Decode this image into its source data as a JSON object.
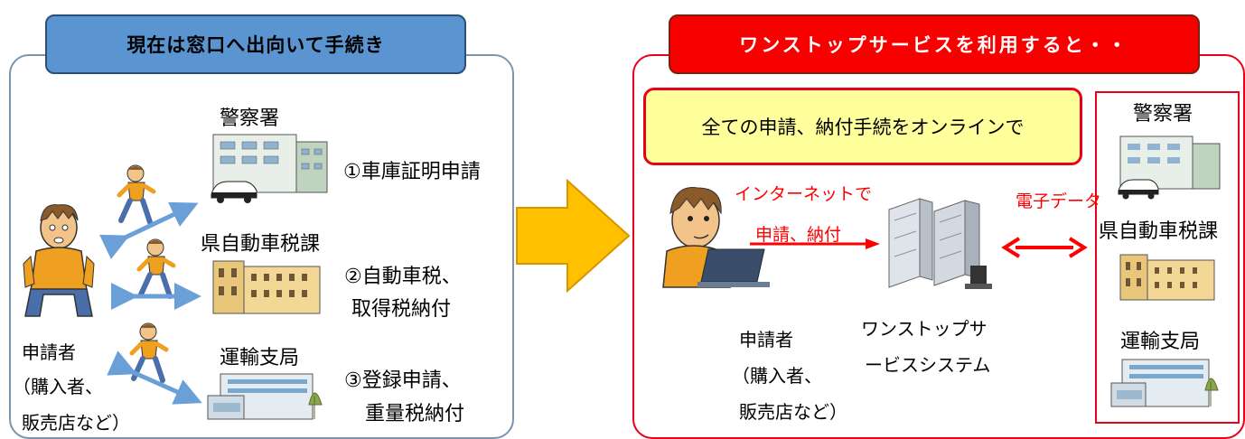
{
  "left": {
    "title": "現在は窓口へ出向いて手続き",
    "applicant": [
      "申請者",
      "（購入者、",
      "販売店など）"
    ],
    "offices": [
      {
        "name": "警察署",
        "procedure": [
          "①車庫証明申請"
        ]
      },
      {
        "name": "県自動車税課",
        "procedure": [
          "②自動車税、",
          "取得税納付"
        ]
      },
      {
        "name": "運輸支局",
        "procedure": [
          "③登録申請、",
          "重量税納付"
        ]
      }
    ]
  },
  "right": {
    "title": "ワンストップサービスを利用すると・・",
    "banner": "全ての申請、納付手続をオンラインで",
    "internet_label": "インターネットで",
    "apply_label": "申請、納付",
    "data_label": "電子データ",
    "system_name": [
      "ワンストップサ",
      "ービスシステム"
    ],
    "applicant": [
      "申請者",
      "（購入者、",
      "販売店など）"
    ],
    "offices": [
      "警察署",
      "県自動車税課",
      "運輸支局"
    ]
  },
  "colors": {
    "left_title_bg": "#5b95d1",
    "right_title_bg": "#f80000",
    "arrow": "#ffc000",
    "banner_bg": "#ffff9c",
    "accent_red": "#e8001b"
  }
}
